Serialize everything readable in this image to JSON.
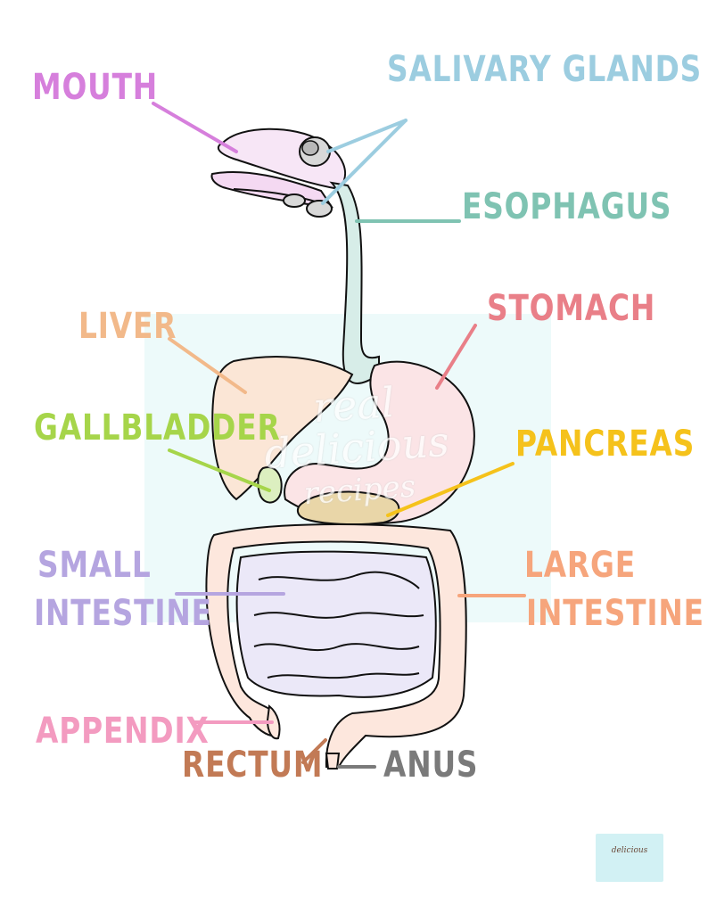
{
  "labels": {
    "mouth": "MOUTH",
    "salivary_glands": "SALIVARY GLANDS",
    "esophagus": "ESOPHAGUS",
    "stomach": "STOMACH",
    "liver": "LIVER",
    "gallbladder": "GALLBLADDER",
    "pancreas": "PANCREAS",
    "small_intestine_line1": "SMALL",
    "small_intestine_line2": "INTESTINE",
    "large_intestine_line1": "LARGE",
    "large_intestine_line2": "INTESTINE",
    "appendix": "APPENDIX",
    "rectum": "RECTUM",
    "anus": "ANUS"
  },
  "watermark": {
    "line1": "real",
    "line2": "delicious",
    "line3": "recipes"
  },
  "colors": {
    "mouth": "#d67fdc",
    "salivary_glands": "#9ccde0",
    "esophagus": "#7fc3b2",
    "stomach": "#e97f88",
    "liver": "#f2b98a",
    "gallbladder": "#a6d54a",
    "pancreas": "#f5c21b",
    "small_intestine": "#b5a5e0",
    "large_intestine": "#f6a57c",
    "appendix": "#f39bc0",
    "rectum": "#c27a55",
    "anus": "#7a7a7a"
  }
}
